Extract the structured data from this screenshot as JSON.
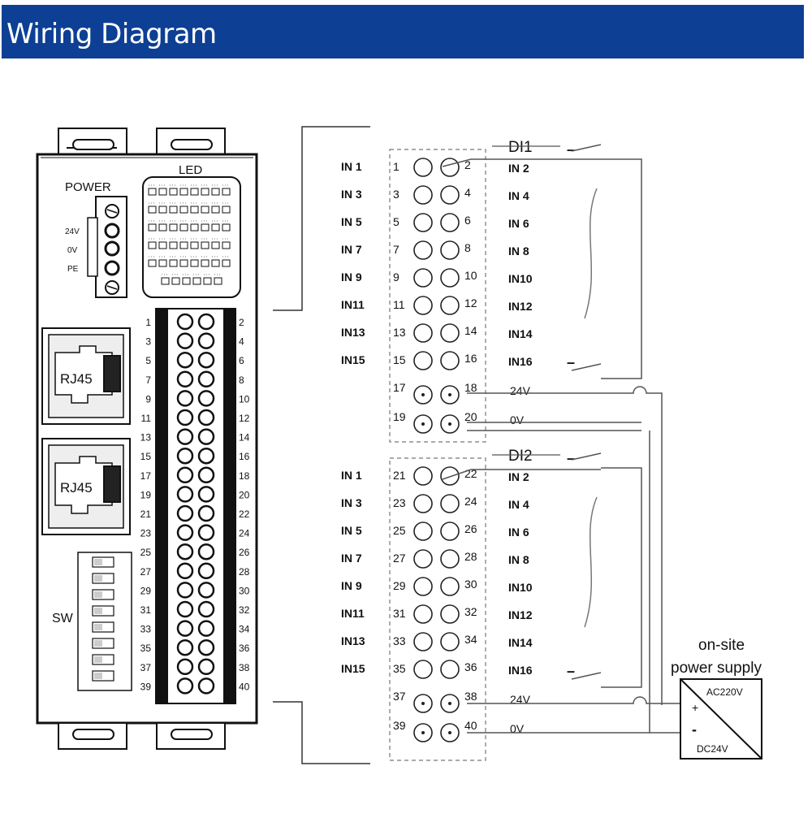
{
  "title": "Wiring Diagram",
  "colors": {
    "title_bar": "#0D3F94",
    "title_text": "#FFFFFF",
    "line": "#222222",
    "gray_line": "#777777"
  },
  "device": {
    "power_label": "POWER",
    "led_label": "LED",
    "power_terminals": [
      "24V",
      "0V",
      "PE"
    ],
    "rj45_labels": [
      "RJ45",
      "RJ45"
    ],
    "sw_label": "SW",
    "terminal_numbers_left": [
      "1",
      "3",
      "5",
      "7",
      "9",
      "11",
      "13",
      "15",
      "17",
      "19",
      "21",
      "23",
      "25",
      "27",
      "29",
      "31",
      "33",
      "35",
      "37",
      "39"
    ],
    "terminal_numbers_right": [
      "2",
      "4",
      "6",
      "8",
      "10",
      "12",
      "14",
      "16",
      "18",
      "20",
      "22",
      "24",
      "26",
      "28",
      "30",
      "32",
      "34",
      "36",
      "38",
      "40"
    ]
  },
  "blocks": [
    {
      "name": "DI1",
      "dash": "–",
      "rows": [
        {
          "left_label": "IN 1",
          "left_num": "1",
          "right_num": "2",
          "right_label": "IN 2"
        },
        {
          "left_label": "IN 3",
          "left_num": "3",
          "right_num": "4",
          "right_label": "IN 4"
        },
        {
          "left_label": "IN 5",
          "left_num": "5",
          "right_num": "6",
          "right_label": "IN 6"
        },
        {
          "left_label": "IN 7",
          "left_num": "7",
          "right_num": "8",
          "right_label": "IN 8"
        },
        {
          "left_label": "IN 9",
          "left_num": "9",
          "right_num": "10",
          "right_label": "IN10"
        },
        {
          "left_label": "IN11",
          "left_num": "11",
          "right_num": "12",
          "right_label": "IN12"
        },
        {
          "left_label": "IN13",
          "left_num": "13",
          "right_num": "14",
          "right_label": "IN14"
        },
        {
          "left_label": "IN15",
          "left_num": "15",
          "right_num": "16",
          "right_label": "IN16"
        }
      ],
      "supply_rows": [
        {
          "left_num": "17",
          "right_num": "18",
          "right_label": "24V"
        },
        {
          "left_num": "19",
          "right_num": "20",
          "right_label": "0V"
        }
      ],
      "end_dash": "–"
    },
    {
      "name": "DI2",
      "dash": "–",
      "rows": [
        {
          "left_label": "IN 1",
          "left_num": "21",
          "right_num": "22",
          "right_label": "IN 2"
        },
        {
          "left_label": "IN 3",
          "left_num": "23",
          "right_num": "24",
          "right_label": "IN 4"
        },
        {
          "left_label": "IN 5",
          "left_num": "25",
          "right_num": "26",
          "right_label": "IN 6"
        },
        {
          "left_label": "IN 7",
          "left_num": "27",
          "right_num": "28",
          "right_label": "IN 8"
        },
        {
          "left_label": "IN 9",
          "left_num": "29",
          "right_num": "30",
          "right_label": "IN10"
        },
        {
          "left_label": "IN11",
          "left_num": "31",
          "right_num": "32",
          "right_label": "IN12"
        },
        {
          "left_label": "IN13",
          "left_num": "33",
          "right_num": "34",
          "right_label": "IN14"
        },
        {
          "left_label": "IN15",
          "left_num": "35",
          "right_num": "36",
          "right_label": "IN16"
        }
      ],
      "supply_rows": [
        {
          "left_num": "37",
          "right_num": "38",
          "right_label": "24V"
        },
        {
          "left_num": "39",
          "right_num": "40",
          "right_label": "0V"
        }
      ],
      "end_dash": "–"
    }
  ],
  "power_supply": {
    "caption_line1": "on-site",
    "caption_line2": "power supply",
    "ac_label": "AC220V",
    "dc_label": "DC24V",
    "plus": "+",
    "minus": "-"
  }
}
